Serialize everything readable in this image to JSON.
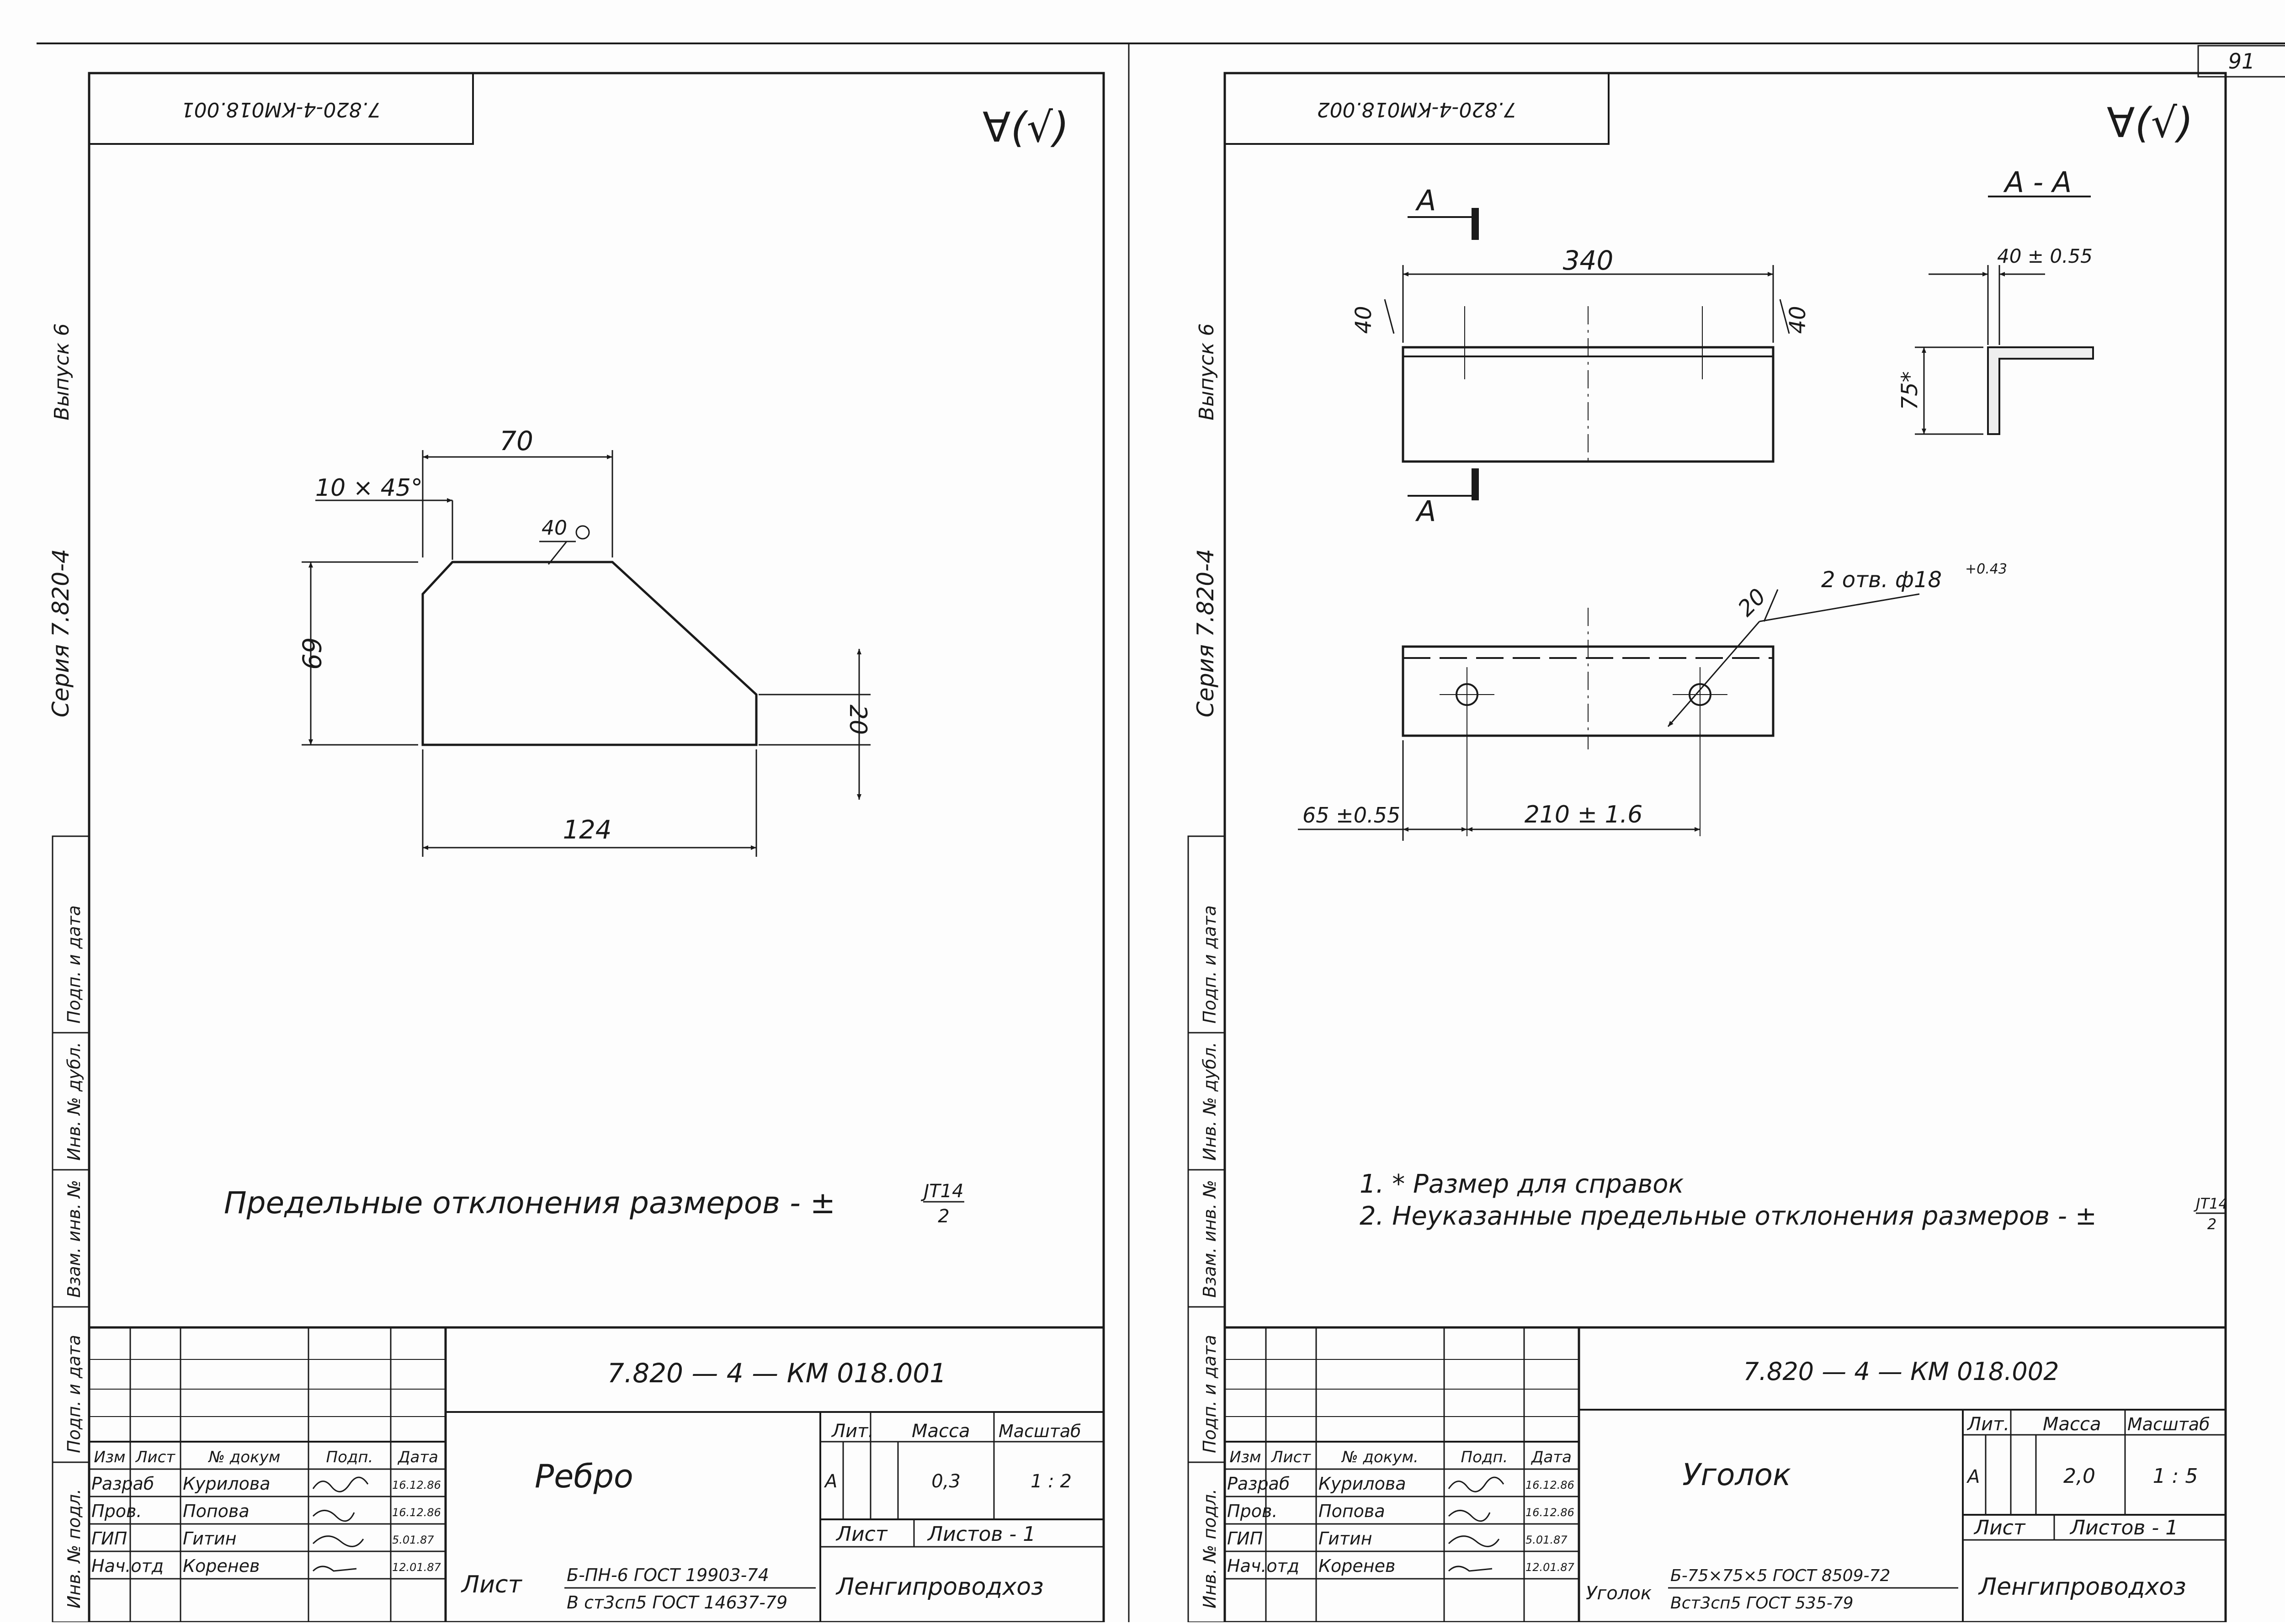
{
  "page_number": "91",
  "sheet_left": {
    "code_rotated": "7.820-4-КМ018.001",
    "roughness_symbol": "∀(√)",
    "side_labels": {
      "series": "Серия 7.820-4",
      "issue": "Выпуск 6"
    },
    "dimensions": {
      "top": "70",
      "chamfer": "10 × 45°",
      "leg": "40",
      "height": "69",
      "right": "20",
      "bottom": "124"
    },
    "note": "Предельные отклонения размеров - ±",
    "note_frac_num": "JT14",
    "note_frac_den": "2",
    "title_block": {
      "code": "7.820 — 4 — КМ 018.001",
      "name": "Ребро",
      "col_headers": [
        "Изм",
        "Лист",
        "№ докум",
        "Подп.",
        "Дата"
      ],
      "rows": [
        {
          "role": "Разраб",
          "name": "Курилова",
          "date": "16.12.86"
        },
        {
          "role": "Пров.",
          "name": "Попова",
          "date": "16.12.86"
        },
        {
          "role": "ГИП",
          "name": "Гитин",
          "date": "5.01.87"
        },
        {
          "role": "Нач.отд",
          "name": "Коренев",
          "date": "12.01.87"
        }
      ],
      "lit_label": "Лит.",
      "mass_label": "Масса",
      "scale_label": "Масштаб",
      "lit_value": "А",
      "mass_value": "0,3",
      "scale_value": "1 : 2",
      "sheet_label": "Лист",
      "sheets_label": "Листов - 1",
      "material_prefix": "Лист",
      "material_line1": "Б-ПН-6 ГОСТ 19903-74",
      "material_line2": "В ст3сп5 ГОСТ 14637-79",
      "org": "Ленгипроводхоз"
    }
  },
  "sheet_right": {
    "code_rotated": "7.820-4-КМ018.002",
    "roughness_symbol": "∀(√)",
    "side_labels": {
      "series": "Серия 7.820-4",
      "issue": "Выпуск 6"
    },
    "section_label": "А - А",
    "cut_label": "А",
    "dimensions": {
      "length": "340",
      "left_leg": "40",
      "right_leg": "40",
      "section_width": "40 ± 0.55",
      "section_height": "75*",
      "holes": "2 отв. ф18",
      "holes_tol": "+0.43",
      "hole_leg": "20",
      "offset": "65 ±0.55",
      "pitch": "210 ± 1.6"
    },
    "notes": [
      "1. * Размер для справок",
      "2. Неуказанные предельные отклонения размеров - ±"
    ],
    "note_frac_num": "JT14",
    "note_frac_den": "2",
    "title_block": {
      "code": "7.820 — 4 — КМ 018.002",
      "name": "Уголок",
      "col_headers": [
        "Изм",
        "Лист",
        "№ докум.",
        "Подп.",
        "Дата"
      ],
      "rows": [
        {
          "role": "Разраб",
          "name": "Курилова",
          "date": "16.12.86"
        },
        {
          "role": "Пров.",
          "name": "Попова",
          "date": "16.12.86"
        },
        {
          "role": "ГИП",
          "name": "Гитин",
          "date": "5.01.87"
        },
        {
          "role": "Нач.отд",
          "name": "Коренев",
          "date": "12.01.87"
        }
      ],
      "lit_label": "Лит.",
      "mass_label": "Масса",
      "scale_label": "Масштаб",
      "lit_value": "А",
      "mass_value": "2,0",
      "scale_value": "1 : 5",
      "sheet_label": "Лист",
      "sheets_label": "Листов - 1",
      "material_prefix": "Уголок",
      "material_line1": "Б-75×75×5 ГОСТ 8509-72",
      "material_line2": "Вст3сп5 ГОСТ 535-79",
      "org": "Ленгипроводхоз"
    }
  },
  "margin_labels": [
    "Инв. № подл.",
    "Подп. и дата",
    "Взам. инв. №",
    "Инв. № дубл.",
    "Подп. и дата"
  ]
}
